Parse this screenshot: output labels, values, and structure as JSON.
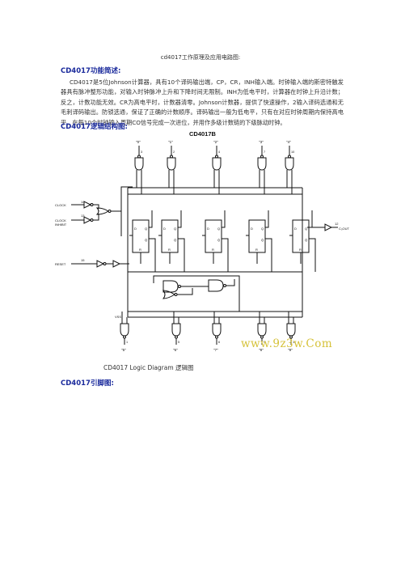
{
  "page_title": "cd4017工作原理及应用电路图:",
  "sections": {
    "function_heading": "CD4017功能简述:",
    "function_text": "CD4017是5位Johnson计算器，具有10个译码输出端，CP，CR，INH输入端。时钟输入端的斯密特触发器具有脉冲整形功能，对输入时钟脉冲上升和下降时间无限制。INH为低电平时，计算器在时钟上升沿计数；反之，计数功能无效。CR为高电平时，计数器清零。Johnson计数器，提供了快速操作，2输入译码选通和无毛刺译码输出。防锁选通，保证了正确的计数顺序。译码输出一般为低电平，只有在对应时钟周期内保持高电平。在每10个时钟输入周期CO信号完成一次进位，并用作多级计数链的下级脉动时钟。",
    "logic_heading": "CD4017逻辑结构图:",
    "pin_heading": "CD4017引脚图:"
  },
  "diagram": {
    "title": "CD4017B",
    "top_outputs": [
      {
        "label": "\"0\"",
        "pin": "3"
      },
      {
        "label": "\"1\"",
        "pin": "2"
      },
      {
        "label": "\"2\"",
        "pin": "4"
      },
      {
        "label": "\"3\"",
        "pin": "7"
      },
      {
        "label": "\"4\"",
        "pin": "10"
      }
    ],
    "bottom_outputs": [
      {
        "label": "\"5\"",
        "pin": "1"
      },
      {
        "label": "\"6\"",
        "pin": "5"
      },
      {
        "label": "\"7\"",
        "pin": "6"
      },
      {
        "label": "\"8\"",
        "pin": "9"
      },
      {
        "label": "\"9\"",
        "pin": "11"
      }
    ],
    "inputs": {
      "clock": "CLOCK",
      "clock_pin": "14",
      "clock_inhibit_1": "CLOCK",
      "clock_inhibit_2": "INHIBIT",
      "inhibit_pin": "13",
      "reset": "RESET",
      "reset_pin": "15"
    },
    "carry": {
      "pin": "12",
      "label": "C₀OUT"
    },
    "vss": "VSS",
    "ff_pins": {
      "d": "D",
      "q": "Q",
      "qbar": "Q̄",
      "r": "R"
    }
  },
  "caption": "CD4017 Logic Diagram  逻辑图",
  "watermark": "www.9z3w.Com"
}
